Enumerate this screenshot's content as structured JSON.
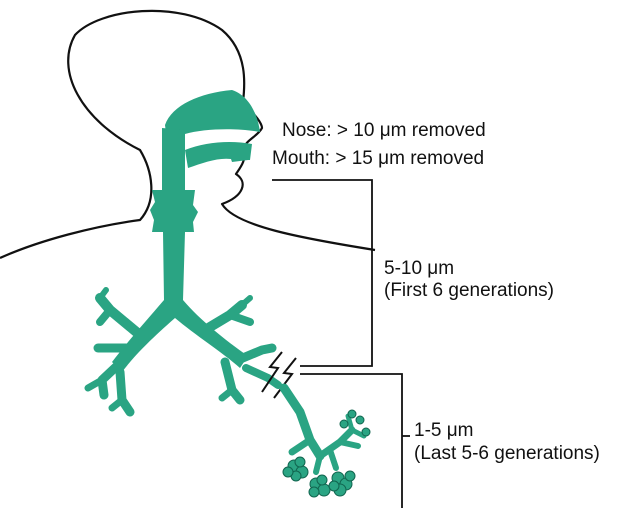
{
  "colors": {
    "airway": "#2aa483",
    "outline": "#111111",
    "background": "#ffffff"
  },
  "labels": {
    "nose": "Nose: > 10 μm removed",
    "mouth": "Mouth: > 15 μm removed",
    "middle_size": "5-10 μm",
    "middle_note": "(First 6 generations)",
    "lower_size": "1-5 μm",
    "lower_note": "(Last 5-6 generations)"
  }
}
